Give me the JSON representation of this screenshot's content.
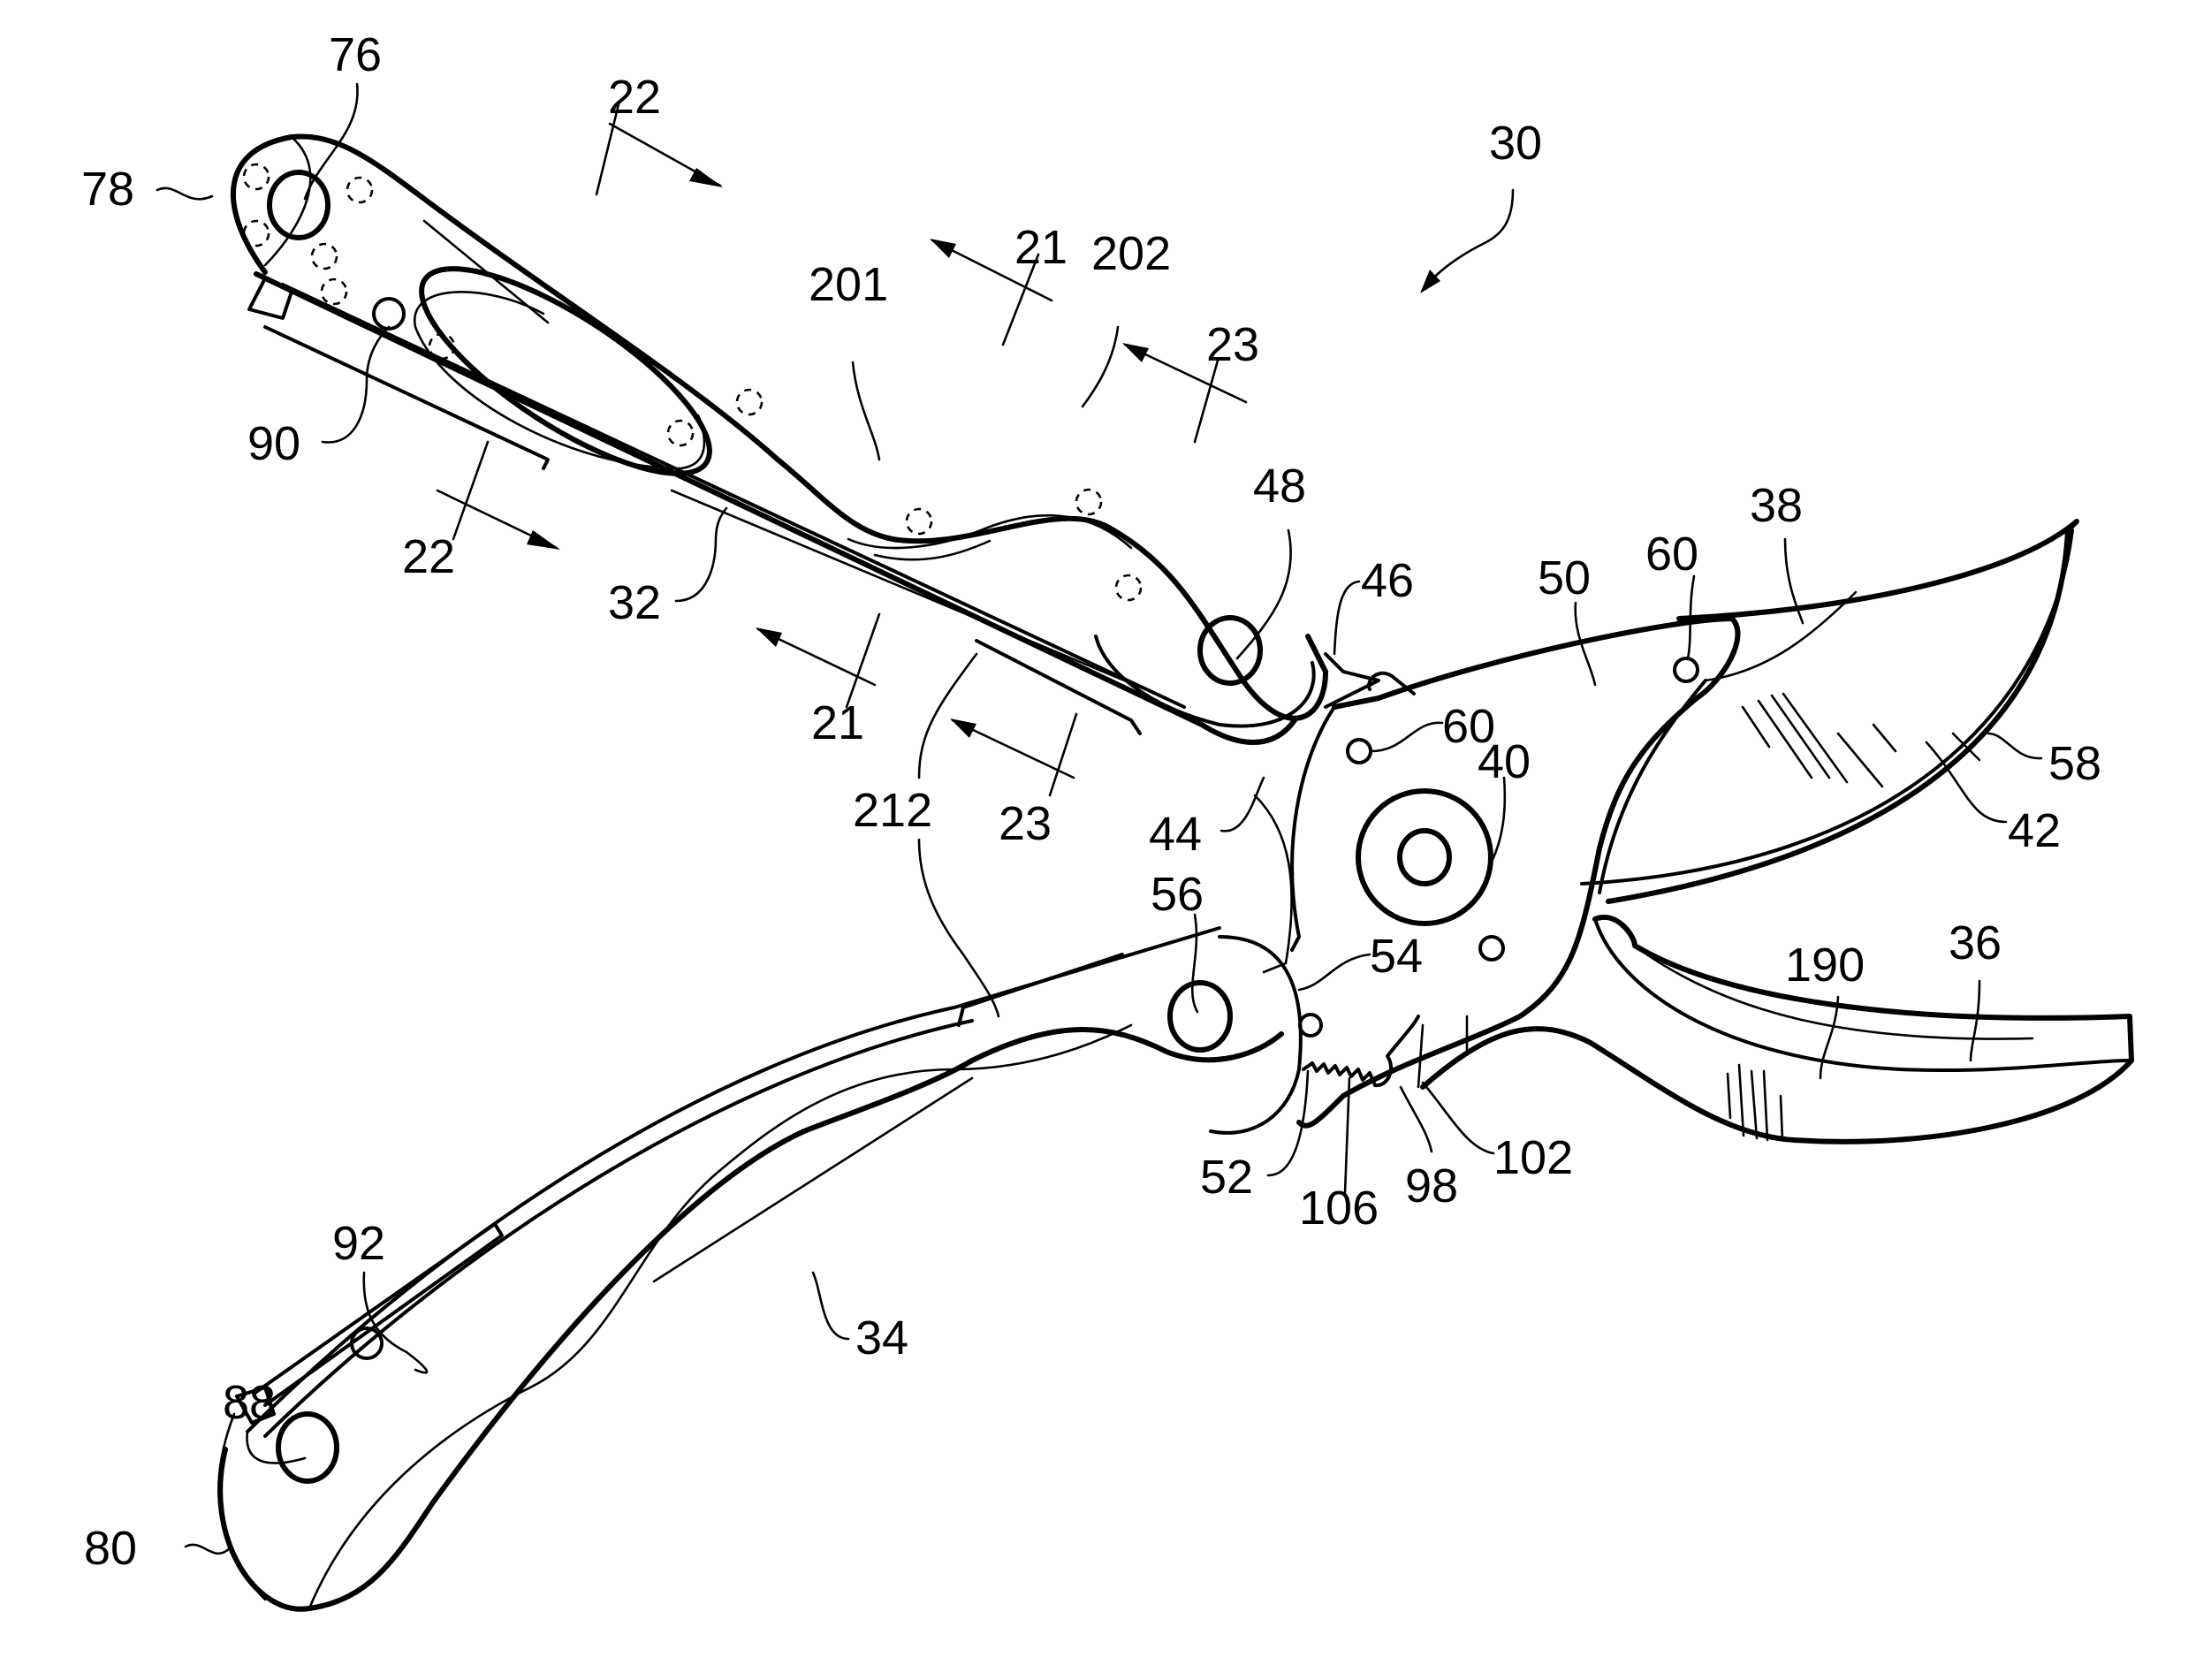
{
  "figure": {
    "subject": "pruning shears (patent drawing)",
    "colors": {
      "line": "#000000",
      "background": "#ffffff"
    }
  },
  "labels": {
    "l30": "30",
    "l76": "76",
    "l78": "78",
    "l22a": "22",
    "l22b": "22",
    "l21a": "21",
    "l21b": "21",
    "l23a": "23",
    "l23b": "23",
    "l201": "201",
    "l202": "202",
    "l90": "90",
    "l32": "32",
    "l48": "48",
    "l46": "46",
    "l50": "50",
    "l60a": "60",
    "l60b": "60",
    "l38": "38",
    "l58": "58",
    "l42": "42",
    "l40": "40",
    "l44": "44",
    "l212": "212",
    "l56": "56",
    "l54": "54",
    "l190": "190",
    "l36": "36",
    "l102": "102",
    "l52": "52",
    "l106": "106",
    "l98": "98",
    "l92": "92",
    "l34": "34",
    "l88": "88",
    "l80": "80"
  }
}
